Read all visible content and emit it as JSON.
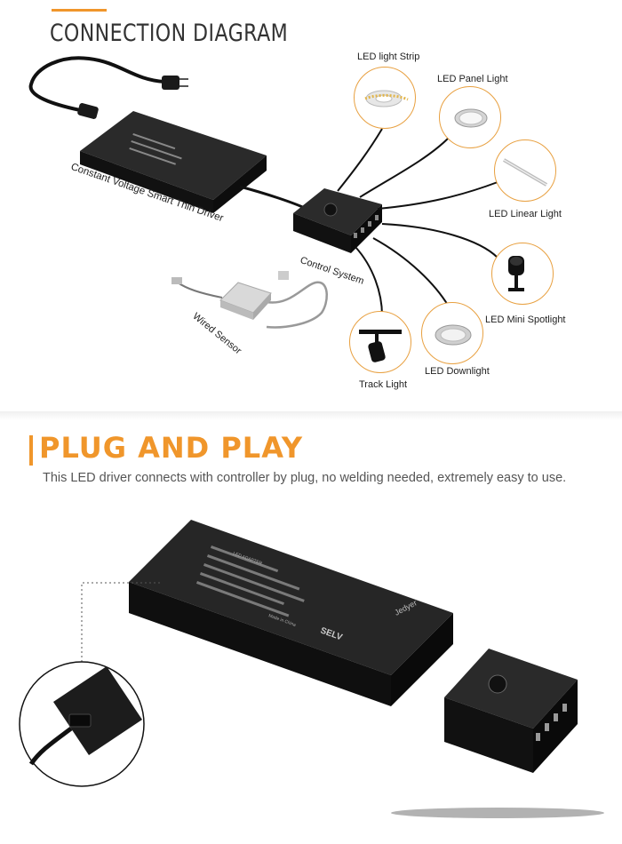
{
  "section1": {
    "title": "CONNECTION DIAGRAM",
    "driver_label": "Constant Voltage Smart Thin Driver",
    "control_label": "Control System",
    "sensor_label": "Wired Sensor",
    "outputs": [
      {
        "label": "LED light Strip"
      },
      {
        "label": "LED Panel Light"
      },
      {
        "label": "LED Linear Light"
      },
      {
        "label": "LED Mini Spotlight"
      },
      {
        "label": "LED Downlight"
      },
      {
        "label": "Track Light"
      }
    ]
  },
  "section2": {
    "title": "PLUG AND PLAY",
    "subtitle": "This LED driver connects with controller by plug, no welding needed, extremely easy to use."
  },
  "product": {
    "brand": "Jedyer",
    "selv_mark": "SELV",
    "made_in": "Made in China",
    "adapter_line": "LED ADAPTER"
  },
  "colors": {
    "accent": "#f0962b",
    "ring": "#e8a040",
    "device": "#1c1c1c"
  }
}
